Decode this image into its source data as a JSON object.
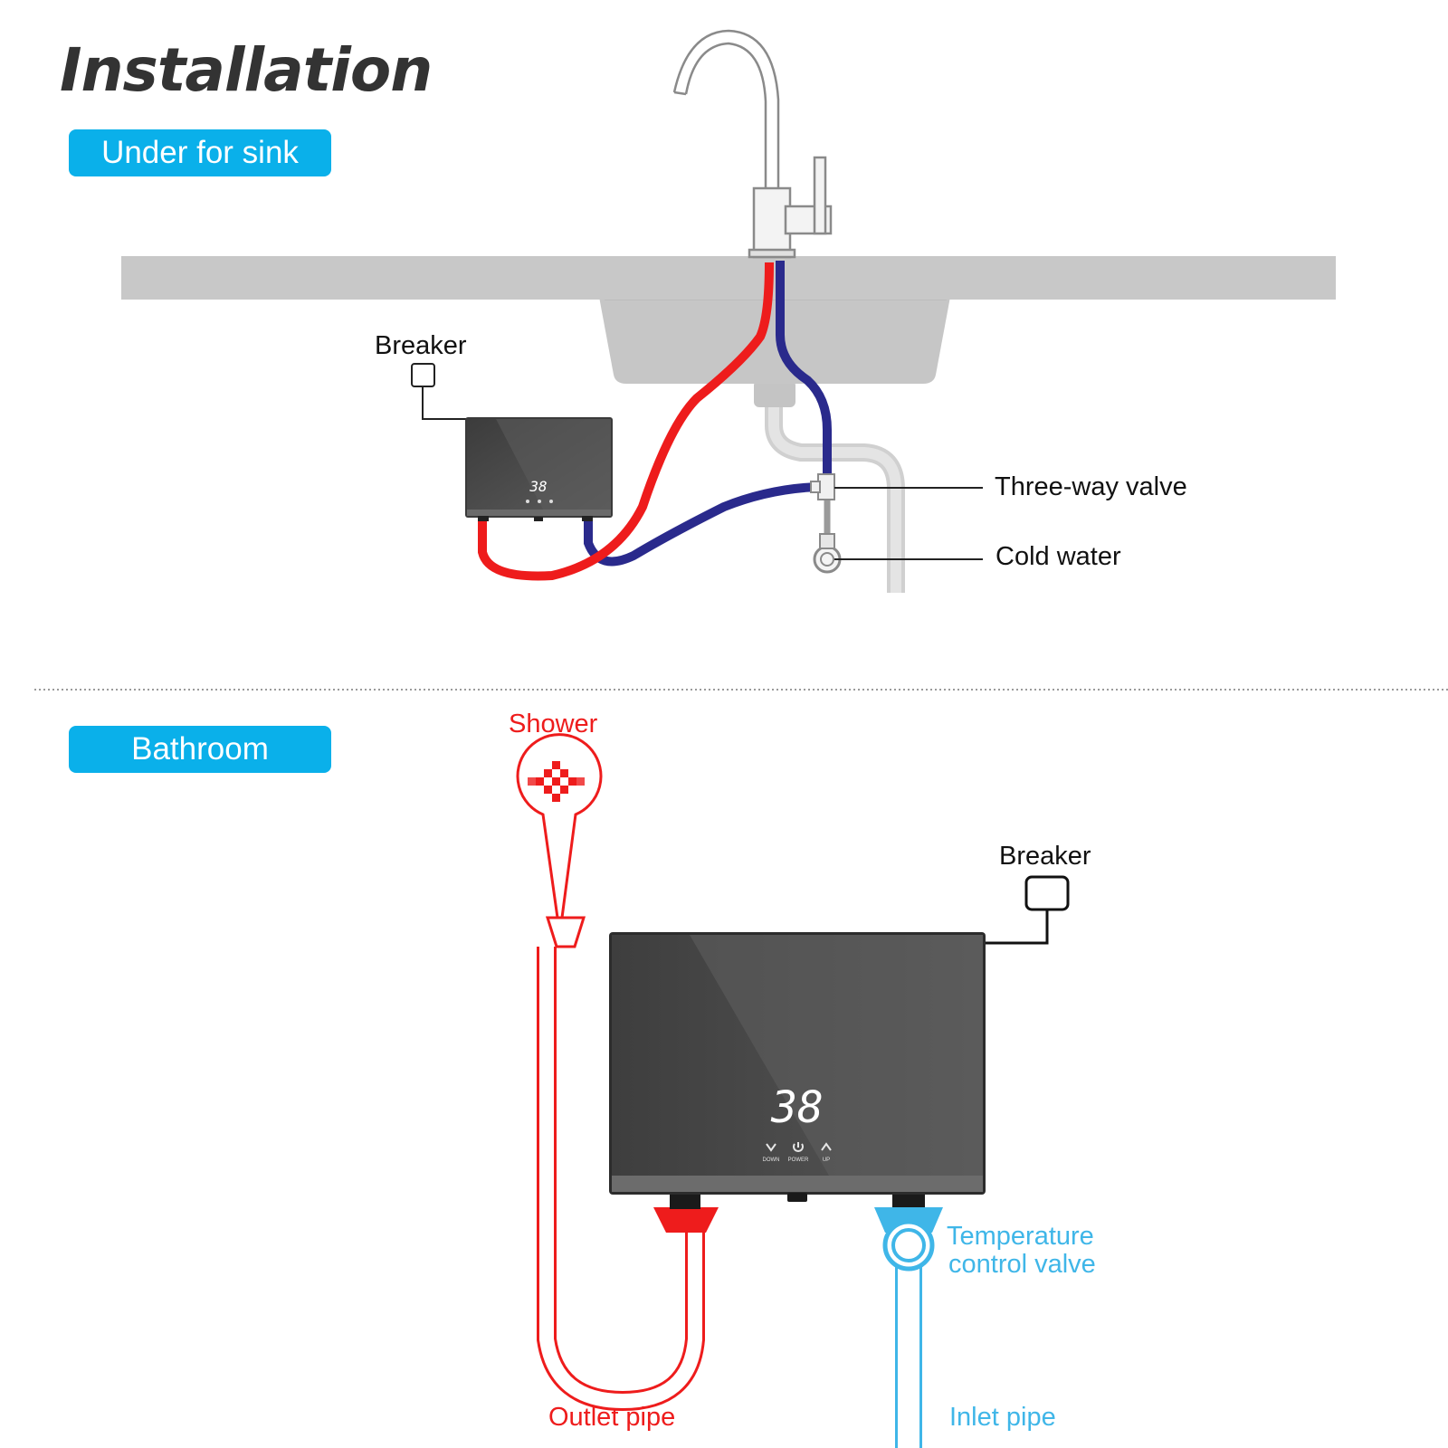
{
  "title": "Installation",
  "sections": {
    "sink": {
      "tag": "Under for sink",
      "labels": {
        "breaker": "Breaker",
        "three_way_valve": "Three-way valve",
        "cold_water": "Cold water"
      },
      "display": "38"
    },
    "bathroom": {
      "tag": "Bathroom",
      "labels": {
        "shower": "Shower",
        "breaker": "Breaker",
        "temperature_control_valve_line1": "Temperature",
        "temperature_control_valve_line2": "control valve",
        "outlet_pipe": "Outlet pipe",
        "inlet_pipe": "Inlet pipe"
      },
      "display": "38",
      "buttons": [
        "DOWN",
        "POWER",
        "UP"
      ]
    }
  },
  "colors": {
    "tag_background": "#0ab0ea",
    "hot_pipe": "#ee1c1c",
    "cold_pipe": "#2a2a8c",
    "inlet_pipe": "#3fb6e8",
    "heater_body": "#484848",
    "countertop": "#c8c8c8"
  }
}
